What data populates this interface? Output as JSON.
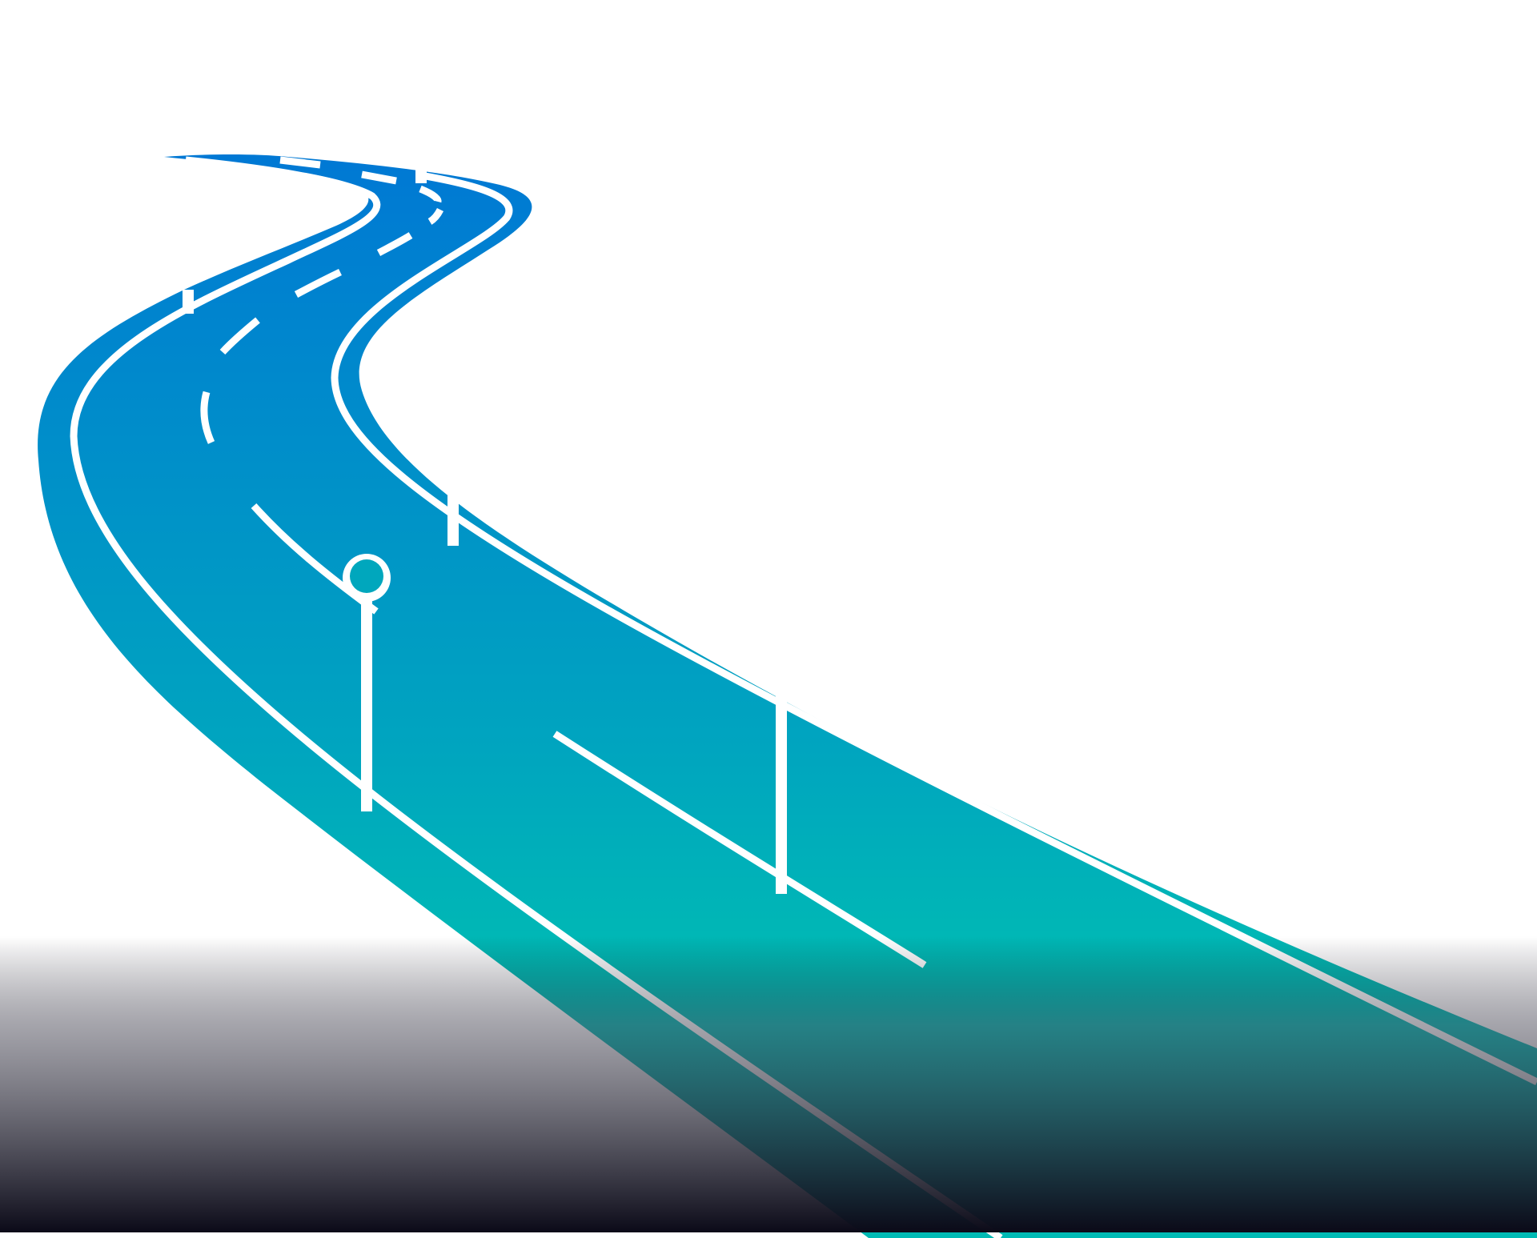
{
  "illustration": {
    "subject": "road-with-timeline-markers",
    "colors": {
      "background": "#ffffff",
      "road_top": "#0078d4",
      "road_mid": "#00a2bf",
      "road_lower": "#00bab4",
      "markings": "#ffffff",
      "fade_dark": "#0b0a18",
      "fade_mid": "#8e8d96"
    },
    "markers": [
      {
        "name": "marker-1",
        "style": "tick"
      },
      {
        "name": "marker-2",
        "style": "tick"
      },
      {
        "name": "marker-3",
        "style": "tick"
      },
      {
        "name": "marker-4",
        "style": "pin-with-ring"
      },
      {
        "name": "marker-5",
        "style": "tick"
      }
    ]
  }
}
